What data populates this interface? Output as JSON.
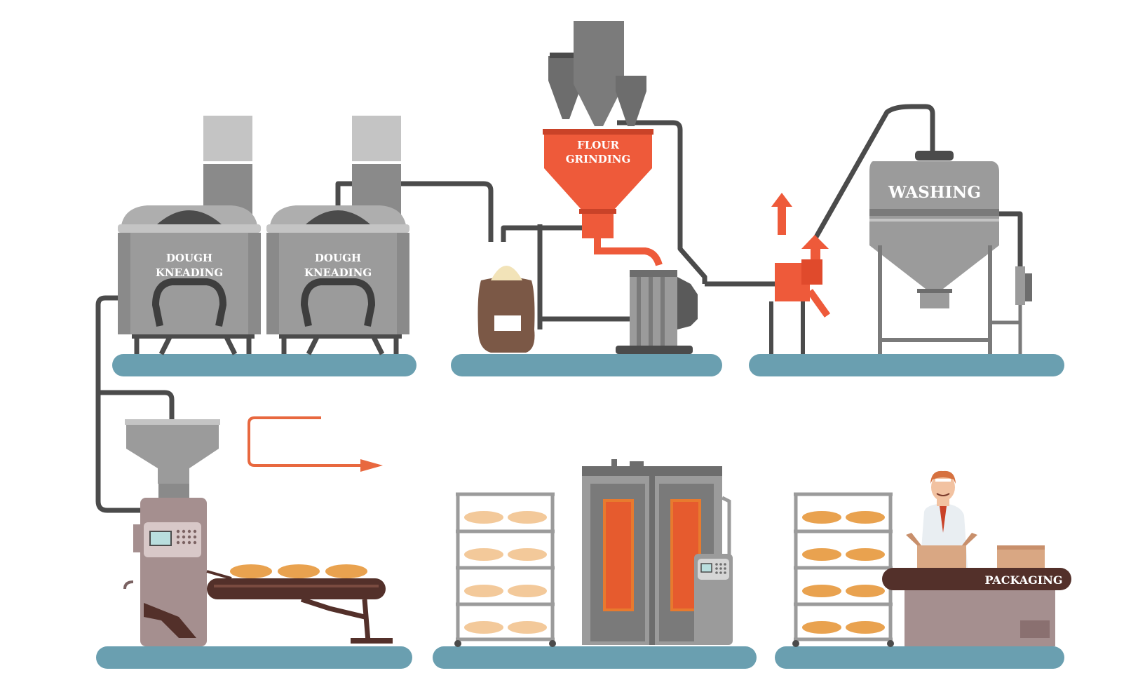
{
  "labels": {
    "dough_kneading_1": [
      "DOUGH",
      "KNEADING"
    ],
    "dough_kneading_2": [
      "DOUGH",
      "KNEADING"
    ],
    "flour_grinding": [
      "FLOUR",
      "GRINDING"
    ],
    "washing": "WASHING",
    "packaging": "PACKAGING"
  },
  "colors": {
    "background": "#ffffff",
    "floor": "#6a9fb0",
    "steel": "#9b9b9b",
    "steel_dark": "#6d6d6d",
    "steel_light": "#c4c4c4",
    "pipe": "#4b4b4b",
    "accent_orange": "#ee5a3a",
    "arrow_orange": "#e8683f",
    "bread": "#e9a24f",
    "mauve": "#a58f8f",
    "brown_dark": "#53302a",
    "sack": "#7b5846",
    "cardboard": "#d9a783"
  },
  "icons": {
    "process_arrow": "orange-u-turn-arrow",
    "exhaust_arrows": "red-up-arrows"
  }
}
